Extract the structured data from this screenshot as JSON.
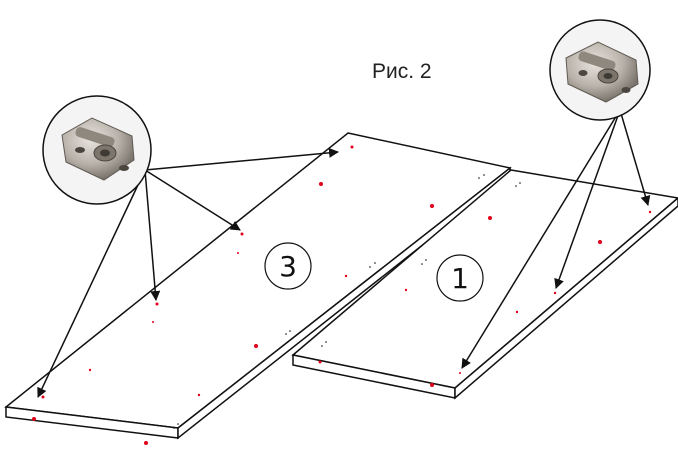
{
  "figure": {
    "caption": "Рис. 2",
    "panel_left": {
      "number": "3",
      "part": "mounting-plate"
    },
    "panel_right": {
      "number": "1",
      "part": "mounting-plate"
    }
  },
  "colors": {
    "outline": "#111111",
    "hole_marks": "#e0001b",
    "callout_fill": "#f2f2f2",
    "metal": "#b8b2aa"
  }
}
